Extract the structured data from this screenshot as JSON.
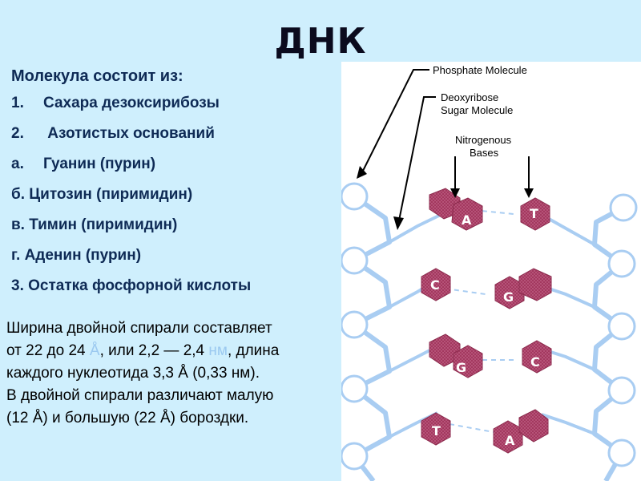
{
  "title": "ДНК",
  "list": {
    "heading": "Молекула состоит из:",
    "items": [
      {
        "num": "1.",
        "text": "Сахара дезоксирибозы"
      },
      {
        "num": "2.",
        "text": " Азотистых оснований"
      },
      {
        "num": "а.",
        "text": "Гуанин (пурин)"
      },
      {
        "num": "",
        "text": "б. Цитозин (пиримидин)"
      },
      {
        "num": "",
        "text": "в. Тимин (пиримидин)"
      },
      {
        "num": "",
        "text": "г. Аденин (пурин)"
      },
      {
        "num": "",
        "text": "3. Остатка фосфорной кислоты"
      }
    ]
  },
  "description": {
    "line1": "Ширина двойной спирали составляет",
    "line2_pre": "от 22 до 24 ",
    "angstrom_link": "Å",
    "line2_mid": ", или 2,2 — 2,4 ",
    "nm_link": "нм",
    "line2_post": ", длина",
    "line3": "каждого нуклеотида 3,3 Å (0,33 нм).",
    "line4": "В двойной спирали различают малую",
    "line5": "(12 Å) и большую (22 Å) бороздки."
  },
  "diagram": {
    "labels": {
      "phosphate": "Phosphate Molecule",
      "sugar_line1": "Deoxyribose",
      "sugar_line2": "Sugar Molecule",
      "bases_line1": "Nitrogenous",
      "bases_line2": "Bases"
    },
    "bases": [
      "A",
      "T",
      "C",
      "G",
      "G",
      "C",
      "T",
      "A"
    ],
    "colors": {
      "base_fill": "#a3385f",
      "backbone": "#a9cdf2",
      "arrow": "#000000"
    }
  }
}
